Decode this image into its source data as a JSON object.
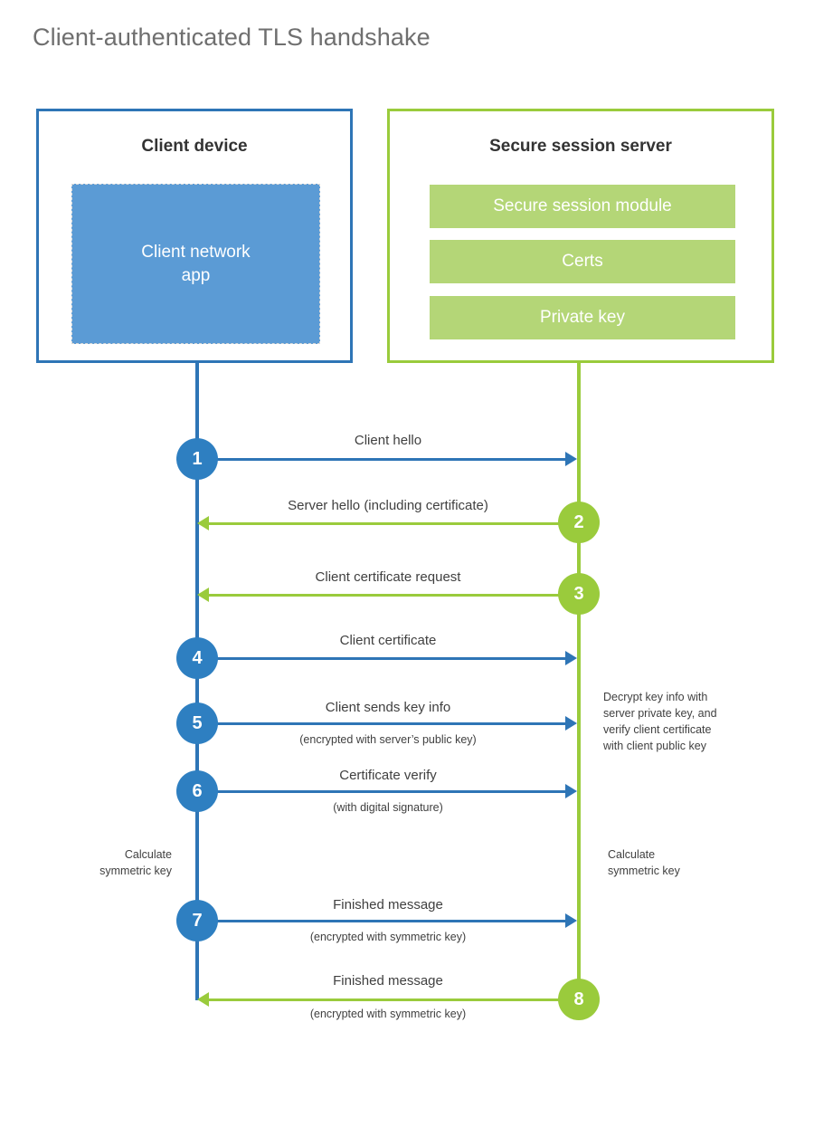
{
  "title": "Client-authenticated TLS handshake",
  "colors": {
    "client_accent": "#2e75b6",
    "client_badge": "#2e7fc1",
    "client_app_fill": "#5b9bd5",
    "server_accent": "#9acb3c",
    "server_module_fill": "#b4d677",
    "text": "#404040",
    "title_text": "#6f6f6f"
  },
  "actors": {
    "client": {
      "title": "Client device",
      "app_label": "Client network\napp"
    },
    "server": {
      "title": "Secure session server",
      "modules": [
        "Secure session module",
        "Certs",
        "Private key"
      ]
    }
  },
  "messages": [
    {
      "step": "1",
      "direction": "client-to-server",
      "label": "Client hello",
      "sublabel": ""
    },
    {
      "step": "2",
      "direction": "server-to-client",
      "label": "Server hello (including certificate)",
      "sublabel": ""
    },
    {
      "step": "3",
      "direction": "server-to-client",
      "label": "Client certificate request",
      "sublabel": ""
    },
    {
      "step": "4",
      "direction": "client-to-server",
      "label": "Client certificate",
      "sublabel": ""
    },
    {
      "step": "5",
      "direction": "client-to-server",
      "label": "Client sends key info",
      "sublabel": "(encrypted with server’s public key)"
    },
    {
      "step": "6",
      "direction": "client-to-server",
      "label": "Certificate verify",
      "sublabel": "(with digital signature)"
    },
    {
      "step": "7",
      "direction": "client-to-server",
      "label": "Finished message",
      "sublabel": "(encrypted with symmetric key)"
    },
    {
      "step": "8",
      "direction": "server-to-client",
      "label": "Finished message",
      "sublabel": "(encrypted with symmetric key)"
    }
  ],
  "notes": {
    "decrypt": "Decrypt key info with\nserver private key, and\nverify client certificate\nwith client public key",
    "calculate_client": "Calculate\nsymmetric key",
    "calculate_server": "Calculate\nsymmetric key"
  }
}
